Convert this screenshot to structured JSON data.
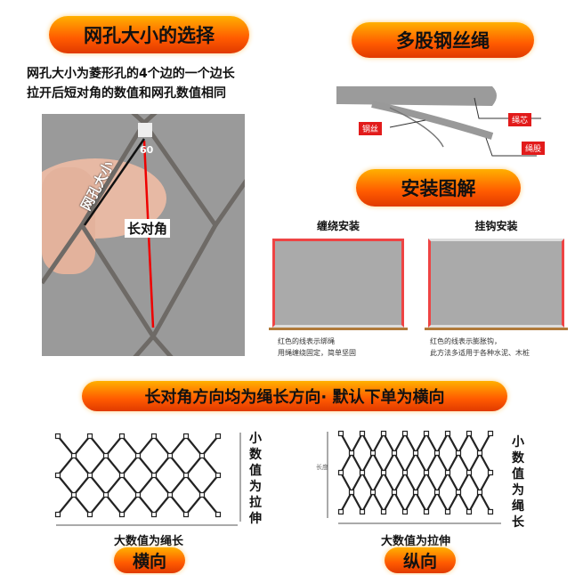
{
  "mesh_size": {
    "title": "网孔大小的选择",
    "desc_line1": "网孔大小为菱形孔的4个边的一个边长",
    "desc_line2": "拉开后短对角的数值和网孔数值相同",
    "photo_label_mesh": "网孔大小",
    "photo_label_diag": "长对角",
    "angle": "60"
  },
  "rope": {
    "title": "多股钢丝绳",
    "label_core": "绳芯",
    "label_wire": "钢丝",
    "label_strand": "绳股"
  },
  "install": {
    "title": "安装图解",
    "wrap": {
      "title": "缠绕安装",
      "note1": "红色的线表示绑绳",
      "note2": "用绳缠绕固定，简单坚固"
    },
    "hook": {
      "title": "挂钩安装",
      "note1": "红色的线表示膨胀钩，",
      "note2": "此方法多适用于各种水泥、木桩"
    }
  },
  "direction": {
    "banner": "长对角方向均为绳长方向· 默认下单为横向",
    "horizontal": {
      "side": "小数值为拉伸",
      "bottom": "大数值为绳长",
      "label": "横向"
    },
    "vertical": {
      "side": "小数值为绳长",
      "bottom": "大数值为拉伸",
      "left": "长度",
      "label": "纵向"
    }
  }
}
